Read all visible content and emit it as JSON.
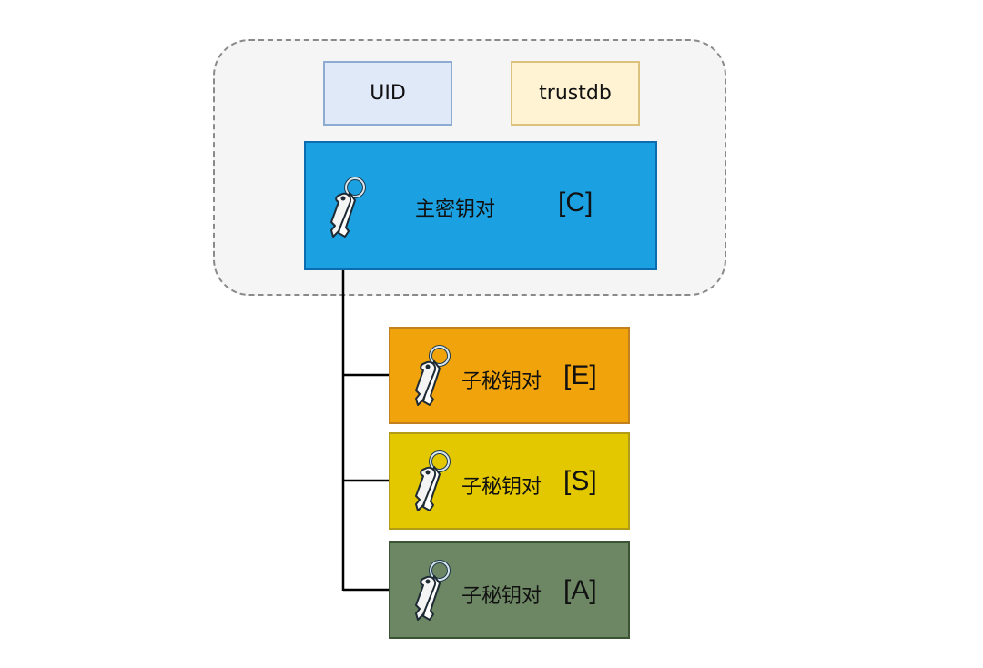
{
  "group": {
    "uid_label": "UID",
    "trustdb_label": "trustdb"
  },
  "master_key": {
    "label": "主密钥对",
    "tag": "[C]",
    "icon": "keys-icon"
  },
  "subkeys": [
    {
      "label": "子秘钥对",
      "tag": "[E]",
      "icon": "keys-icon",
      "fill": "#f0a30a"
    },
    {
      "label": "子秘钥对",
      "tag": "[S]",
      "icon": "keys-icon",
      "fill": "#e3c800"
    },
    {
      "label": "子秘钥对",
      "tag": "[A]",
      "icon": "keys-icon",
      "fill": "#6d8764"
    }
  ],
  "colors": {
    "master_fill": "#1ba1e2",
    "uid_fill": "#dfe9f8",
    "trustdb_fill": "#fff3d3"
  }
}
